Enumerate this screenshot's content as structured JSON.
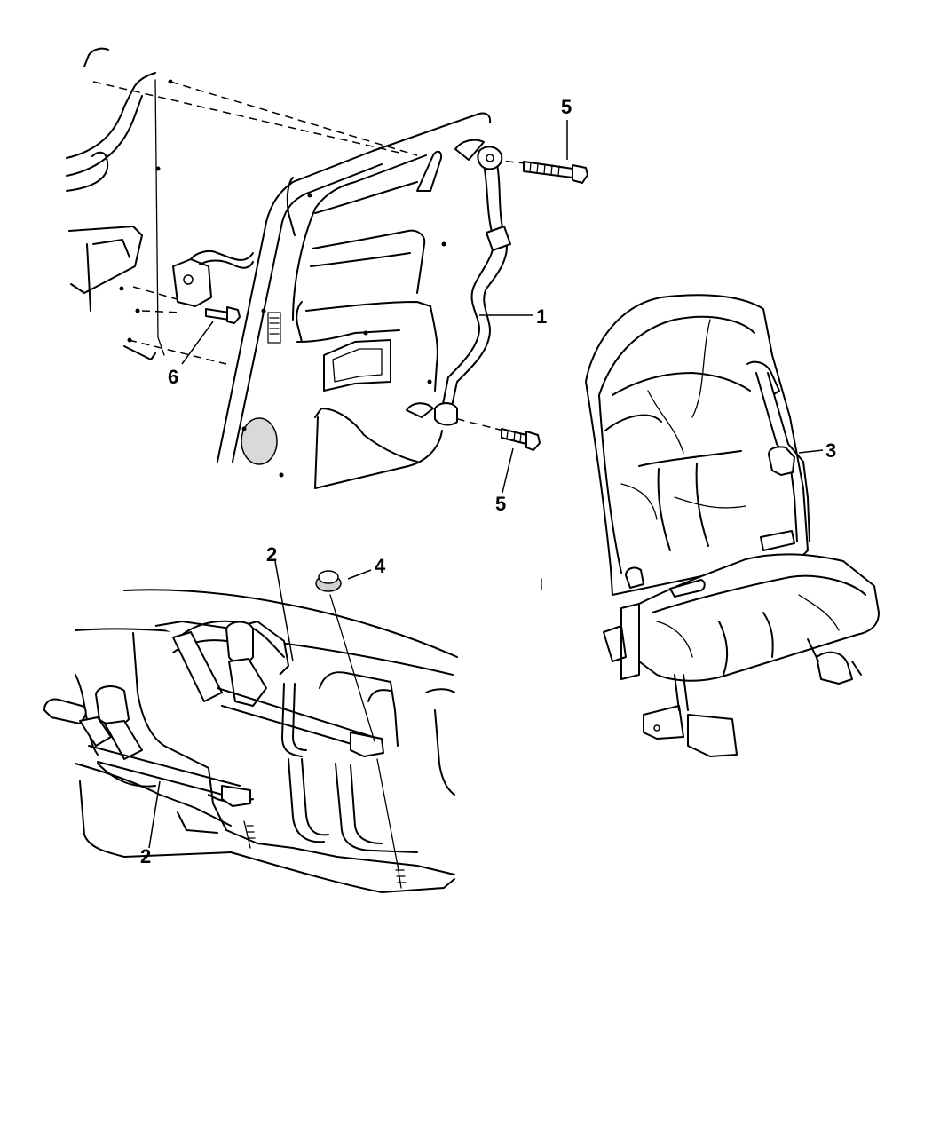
{
  "callouts": [
    {
      "id": "c1",
      "label": "1"
    },
    {
      "id": "c2a",
      "label": "2"
    },
    {
      "id": "c2b",
      "label": "2"
    },
    {
      "id": "c3",
      "label": "3"
    },
    {
      "id": "c4",
      "label": "4"
    },
    {
      "id": "c5a",
      "label": "5"
    },
    {
      "id": "c5b",
      "label": "5"
    },
    {
      "id": "c6",
      "label": "6"
    }
  ]
}
